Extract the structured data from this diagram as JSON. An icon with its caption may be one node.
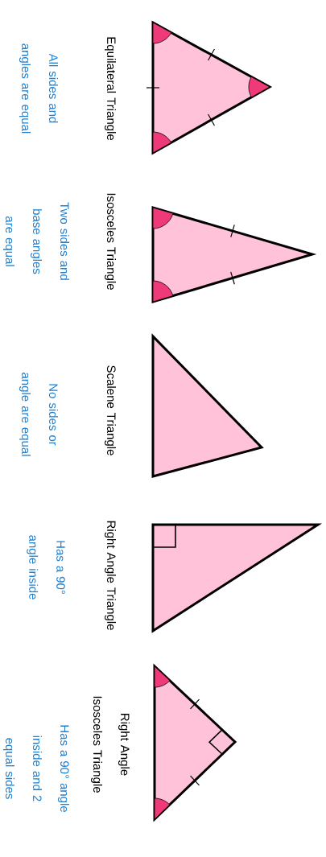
{
  "diagram": {
    "labels": [
      "Equilateral Triangle",
      "All sides and angles are equal",
      "Isosceles Triangle",
      "Two sides and base angles are equal",
      "Scalene Triangle",
      "No sides or angle are equal",
      "Right Angle Triangle",
      "Has a 90° angle inside",
      "Right Angle Isosceles Triangle",
      "Has a 90° angle inside and 2 equal sides"
    ]
  }
}
